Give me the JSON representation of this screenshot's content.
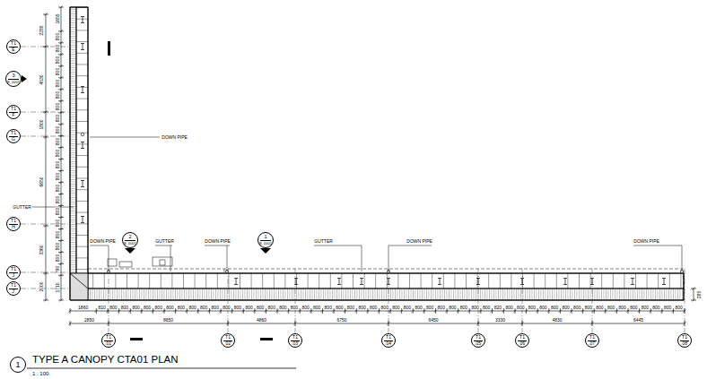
{
  "diagram": {
    "title": "TYPE A CANOPY CTA01 PLAN",
    "caption": "1 : 100",
    "nodes": [
      {
        "text": [
          "T1",
          "E"
        ]
      },
      {
        "text": [
          "3",
          "B_0001"
        ]
      },
      {
        "text": [
          "T1",
          "F"
        ]
      },
      {
        "text": [
          "T1",
          "G"
        ]
      },
      {
        "text": [
          "T1",
          "H"
        ]
      },
      {
        "text": [
          "2",
          "B_0001"
        ]
      },
      {
        "text": [
          "1",
          "B_0001"
        ]
      },
      {
        "text": [
          "T1",
          "J"
        ]
      },
      {
        "text": [
          "T1",
          "J'"
        ]
      },
      {
        "text": [
          "T1",
          ".01'"
        ]
      },
      {
        "text": [
          "T1",
          ".02'"
        ]
      },
      {
        "text": [
          "T1",
          ".03'"
        ]
      },
      {
        "text": [
          "T1",
          ".04'"
        ]
      },
      {
        "text": [
          "T1",
          ".05'"
        ]
      },
      {
        "text": [
          "T1",
          ".06'"
        ]
      },
      {
        "text": [
          "T1",
          ".07'"
        ]
      },
      {
        "text": [
          "T1",
          ".08'"
        ]
      },
      {
        "text": [
          "1"
        ]
      }
    ],
    "labels": [
      "2285",
      "4530",
      "1800",
      "6650",
      "3360",
      "2000",
      "1655",
      "800",
      "800",
      "800",
      "800",
      "800",
      "800",
      "800",
      "800",
      "800",
      "800",
      "800",
      "800",
      "800",
      "800",
      "800",
      "800",
      "800",
      "800",
      "800",
      "800",
      "790",
      "1710",
      "DOWN PIPE",
      "GUTTER",
      "DOWN PIPE",
      "GUTTER",
      "DOWN PIPE",
      "GUTTER",
      "DOWN PIPE",
      "DOWN PIPE",
      "1860",
      "810",
      "800",
      "800",
      "800",
      "800",
      "800",
      "800",
      "800",
      "800",
      "800",
      "800",
      "800",
      "800",
      "800",
      "800",
      "800",
      "800",
      "800",
      "800",
      "800",
      "800",
      "800",
      "800",
      "800",
      "800",
      "800",
      "800",
      "800",
      "800",
      "800",
      "800",
      "800",
      "800",
      "800",
      "800",
      "820",
      "800",
      "800",
      "800",
      "800",
      "800",
      "800",
      "800",
      "800",
      "800",
      "800",
      "800",
      "800",
      "800",
      "800",
      "800",
      "800",
      "2850",
      "8650",
      "4860",
      "6750",
      "6450",
      "3330",
      "4830",
      "6445",
      "285"
    ]
  }
}
